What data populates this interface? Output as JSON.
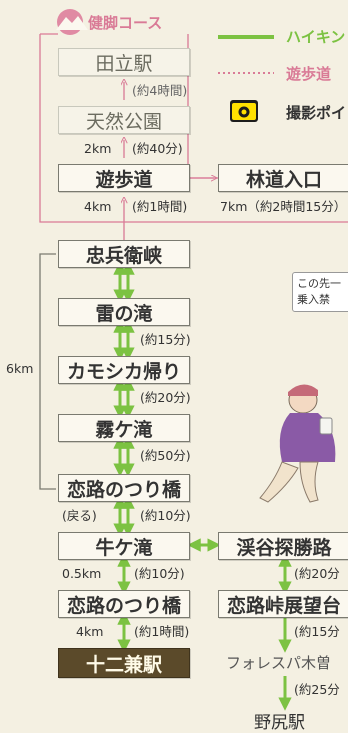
{
  "legend": {
    "logo_text": "健脚コース",
    "hiking": "ハイキン",
    "promenade": "遊歩道",
    "photo": "撮影ポイ"
  },
  "stations": {
    "tachi": "田立駅",
    "tennen": "天然公園",
    "yuhodo": "遊歩道",
    "rindo": "林道入口",
    "chubei": "忠兵衛峡",
    "kaminari": "雷の滝",
    "kamoshika": "カモシカ帰り",
    "kiri": "霧ケ滝",
    "koiji1": "恋路のつり橋",
    "ushi": "牛ケ滝",
    "keikoku": "渓谷探勝路",
    "koiji2": "恋路のつり橋",
    "koijitoge": "恋路峠展望台",
    "juni": "十二兼駅",
    "forest": "フォレスパ木曽",
    "nojiri": "野尻駅"
  },
  "segments": {
    "t1": "(約4時間)",
    "t2_dist": "2km",
    "t2": "(約40分)",
    "t3_dist": "4km",
    "t3": "(約1時間)",
    "rindo": "7km（約2時間15分）",
    "t5": "(約15分)",
    "t6": "(約20分)",
    "t7": "(約50分)",
    "back": "(戻る)",
    "t8": "(約10分)",
    "t9_dist": "0.5km",
    "t9": "(約10分)",
    "t10_dist": "4km",
    "t10": "(約1時間)",
    "loop_dist": "6km",
    "r1": "(約20分",
    "r2": "(約15分",
    "r3": "(約25分"
  },
  "note": {
    "line1": "この先一",
    "line2": "乗入禁"
  },
  "colors": {
    "green": "#7cc242",
    "pink": "#d97a96",
    "box_border": "#7a7a70"
  }
}
